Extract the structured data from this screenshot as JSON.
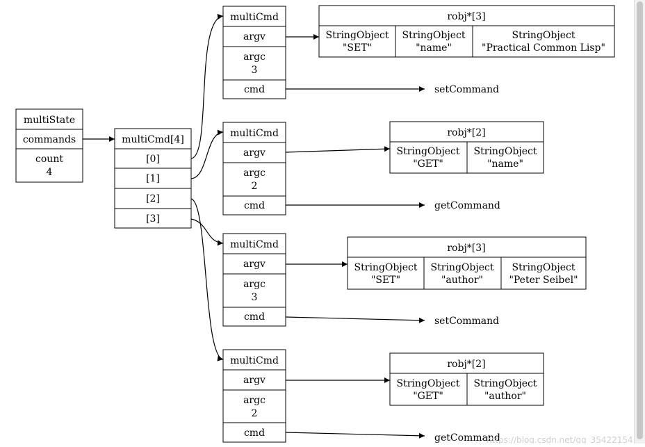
{
  "multiState": {
    "title": "multiState",
    "commands_label": "commands",
    "count_label": "count",
    "count_value": "4"
  },
  "multiCmdArray": {
    "title": "multiCmd[4]",
    "cells": [
      "[0]",
      "[1]",
      "[2]",
      "[3]"
    ]
  },
  "commands": [
    {
      "title": "multiCmd",
      "argv_label": "argv",
      "argc_label": "argc",
      "argc_value": "3",
      "cmd_label": "cmd",
      "cmd_target": "setCommand",
      "robj_title": "robj*[3]",
      "args": [
        {
          "type": "StringObject",
          "value": "\"SET\""
        },
        {
          "type": "StringObject",
          "value": "\"name\""
        },
        {
          "type": "StringObject",
          "value": "\"Practical Common Lisp\""
        }
      ]
    },
    {
      "title": "multiCmd",
      "argv_label": "argv",
      "argc_label": "argc",
      "argc_value": "2",
      "cmd_label": "cmd",
      "cmd_target": "getCommand",
      "robj_title": "robj*[2]",
      "args": [
        {
          "type": "StringObject",
          "value": "\"GET\""
        },
        {
          "type": "StringObject",
          "value": "\"name\""
        }
      ]
    },
    {
      "title": "multiCmd",
      "argv_label": "argv",
      "argc_label": "argc",
      "argc_value": "3",
      "cmd_label": "cmd",
      "cmd_target": "setCommand",
      "robj_title": "robj*[3]",
      "args": [
        {
          "type": "StringObject",
          "value": "\"SET\""
        },
        {
          "type": "StringObject",
          "value": "\"author\""
        },
        {
          "type": "StringObject",
          "value": "\"Peter Seibel\""
        }
      ]
    },
    {
      "title": "multiCmd",
      "argv_label": "argv",
      "argc_label": "argc",
      "argc_value": "2",
      "cmd_label": "cmd",
      "cmd_target": "getCommand",
      "robj_title": "robj*[2]",
      "args": [
        {
          "type": "StringObject",
          "value": "\"GET\""
        },
        {
          "type": "StringObject",
          "value": "\"author\""
        }
      ]
    }
  ],
  "watermark": "https://blog.csdn.net/qq_35422154"
}
